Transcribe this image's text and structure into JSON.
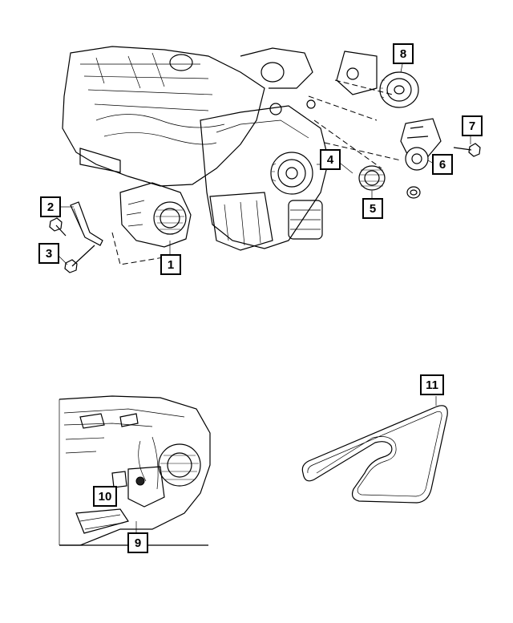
{
  "callouts": {
    "c1": "1",
    "c2": "2",
    "c3": "3",
    "c4": "4",
    "c5": "5",
    "c6": "6",
    "c7": "7",
    "c8": "8",
    "c9": "9",
    "c10": "10",
    "c11": "11"
  },
  "icons": {
    "engine": "engine-assembly-icon",
    "generator": "generator-icon",
    "pulley": "pulley-icon",
    "tensioner": "belt-tensioner-icon",
    "belt": "serpentine-belt-icon",
    "bolt": "bolt-icon",
    "bracket": "bracket-icon"
  },
  "colors": {
    "line": "#000000",
    "background": "#ffffff"
  }
}
